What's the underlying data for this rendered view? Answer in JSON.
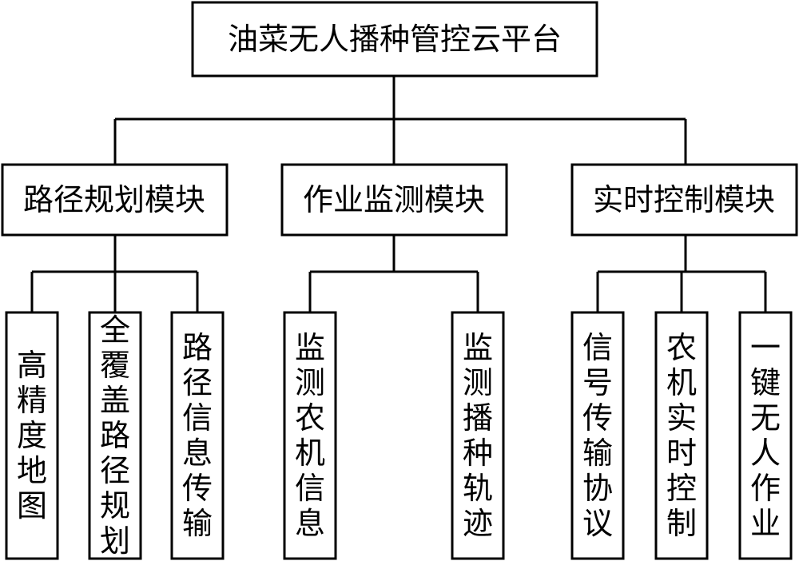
{
  "root": {
    "label": "油菜无人播种管控云平台"
  },
  "modules": [
    {
      "label": "路径规划模块",
      "children": [
        {
          "label": "高精度地图"
        },
        {
          "label": "全覆盖路径规划"
        },
        {
          "label": "路径信息传输"
        }
      ]
    },
    {
      "label": "作业监测模块",
      "children": [
        {
          "label": "监测农机信息"
        },
        {
          "label": "监测播种轨迹"
        }
      ]
    },
    {
      "label": "实时控制模块",
      "children": [
        {
          "label": "信号传输协议"
        },
        {
          "label": "农机实时控制"
        },
        {
          "label": "一键无人作业"
        }
      ]
    }
  ]
}
